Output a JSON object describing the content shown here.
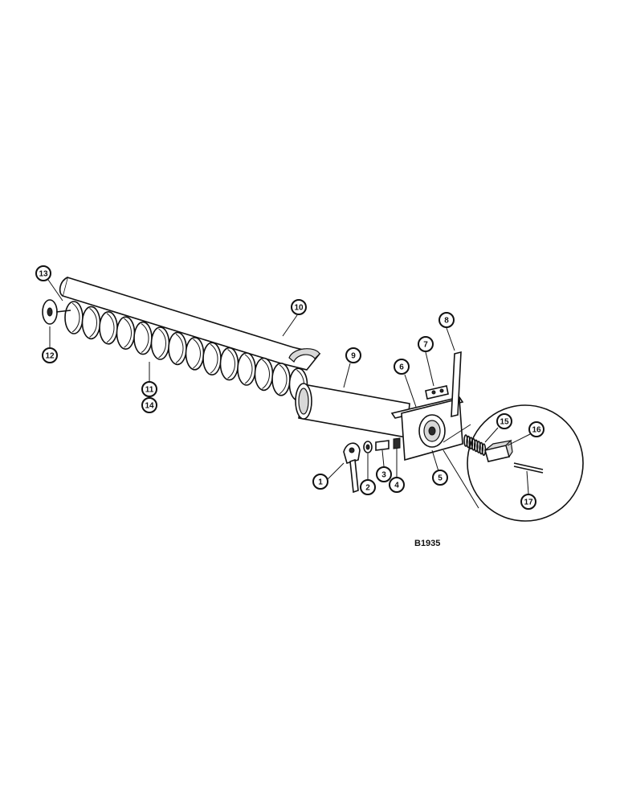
{
  "drawing_code": "B1935",
  "callouts": [
    {
      "id": "c1",
      "label": "1"
    },
    {
      "id": "c2",
      "label": "2"
    },
    {
      "id": "c3",
      "label": "3"
    },
    {
      "id": "c4",
      "label": "4"
    },
    {
      "id": "c5",
      "label": "5"
    },
    {
      "id": "c6",
      "label": "6"
    },
    {
      "id": "c7",
      "label": "7"
    },
    {
      "id": "c8",
      "label": "8"
    },
    {
      "id": "c9",
      "label": "9"
    },
    {
      "id": "c10",
      "label": "10"
    },
    {
      "id": "c11",
      "label": "11"
    },
    {
      "id": "c12",
      "label": "12"
    },
    {
      "id": "c13",
      "label": "13"
    },
    {
      "id": "c14",
      "label": "14"
    },
    {
      "id": "c15",
      "label": "15"
    },
    {
      "id": "c16",
      "label": "16"
    },
    {
      "id": "c17",
      "label": "17"
    }
  ]
}
